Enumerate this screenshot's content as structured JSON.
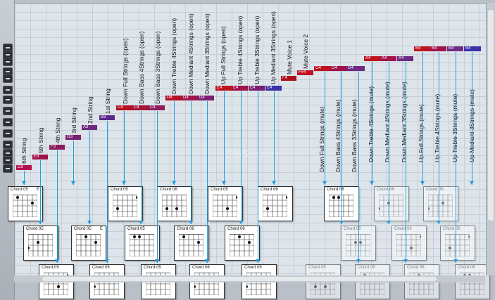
{
  "sidebar": {
    "buttons": [
      "b1",
      "b2",
      "b3",
      "b4",
      "b5",
      "b6",
      "b7",
      "b8",
      "b9",
      "b10",
      "b11",
      "b12",
      "b13",
      "b14"
    ]
  },
  "watermark": "SoftSea.com",
  "colors": {
    "red": "#c3121b",
    "purple": "#5a2a8c",
    "wire": "#1f9ee0"
  },
  "events": [
    {
      "label": "D3",
      "color": "#b40f4b"
    },
    {
      "label": "E3",
      "color": "#a0124a"
    },
    {
      "label": "F3",
      "color": "#8a1a5d"
    },
    {
      "label": "G3",
      "color": "#7a2070"
    },
    {
      "label": "A3",
      "color": "#6e2a82"
    },
    {
      "label": "B3",
      "color": "#5a2a8c"
    },
    {
      "label": "C4",
      "color": "#b40f22"
    },
    {
      "label": "C4",
      "color": "#a5153a"
    },
    {
      "label": "C4",
      "color": "#8c1d5a"
    },
    {
      "label": "D4",
      "color": "#b40f22"
    },
    {
      "label": "D4",
      "color": "#9c1650"
    },
    {
      "label": "D4",
      "color": "#7a2070"
    },
    {
      "label": "E4",
      "color": "#c0121e"
    },
    {
      "label": "E4",
      "color": "#a0124a"
    },
    {
      "label": "E4",
      "color": "#7a2070"
    },
    {
      "label": "E4",
      "color": "#3a2fa8"
    },
    {
      "label": "F4",
      "color": "#b00d1a"
    },
    {
      "label": "F#4",
      "color": "#c0121e"
    },
    {
      "label": "G4",
      "color": "#c0121e"
    },
    {
      "label": "G4",
      "color": "#a0124a"
    },
    {
      "label": "G4",
      "color": "#6e2a82"
    },
    {
      "label": "A4",
      "color": "#c0121e"
    },
    {
      "label": "A4",
      "color": "#a0124a"
    },
    {
      "label": "A4",
      "color": "#6e2a82"
    },
    {
      "label": "B4",
      "color": "#c0121e"
    },
    {
      "label": "B4",
      "color": "#a0124a"
    },
    {
      "label": "B4",
      "color": "#6e2a82"
    },
    {
      "label": "B4",
      "color": "#3a2fa8"
    }
  ],
  "lanes": [
    "6th String",
    "5th String",
    "4th String",
    "3rd String",
    "2nd String",
    "1st String",
    "Down Full Strings (open)",
    "Down Bass 4Strings (open)",
    "Down Bass 3Strings (open)",
    "Down Treble 4Strings (open)",
    "Down Mediant 4Strings (open)",
    "Down Mediant 3Strings (open)",
    "Up Full Strings (open)",
    "Up Treble 4Strings (open)",
    "Up Treble 3Strings (open)",
    "Up Mediant 3Strings (open)",
    "Mute Voice 1",
    "Mute Voice 2",
    "Down Full Strings (mute)",
    "Down Bass 4Strings (mute)",
    "Down Bass 3Strings (mute)",
    "Down Treble 4Strings (mute)",
    "Down Mediant 4Strings (mute)",
    "Down Mediant 3Strings (mute)",
    "Up Full Strings (mute)",
    "Up Treble 4Strings (mute)",
    "Up Treble 3Strings (mute)",
    "Up Mediant 3Strings (mute)"
  ],
  "chords": [
    {
      "name": "Chord 05",
      "ghost": false,
      "tag": "E"
    },
    {
      "name": "Chord 05",
      "ghost": false,
      "tag": ""
    },
    {
      "name": "Chord 05",
      "ghost": false,
      "tag": ""
    },
    {
      "name": "Chord 05",
      "ghost": false,
      "tag": "E"
    },
    {
      "name": "Chord 05",
      "ghost": false,
      "tag": ""
    },
    {
      "name": "Chord 05",
      "ghost": false,
      "tag": ""
    },
    {
      "name": "Chord 05",
      "ghost": false,
      "tag": ""
    },
    {
      "name": "Chord 05",
      "ghost": false,
      "tag": ""
    },
    {
      "name": "Chord 06",
      "ghost": false,
      "tag": ""
    },
    {
      "name": "Chord 06",
      "ghost": false,
      "tag": ""
    },
    {
      "name": "Chord 06",
      "ghost": false,
      "tag": ""
    },
    {
      "name": "Chord 05",
      "ghost": false,
      "tag": ""
    },
    {
      "name": "Chord 06",
      "ghost": false,
      "tag": ""
    },
    {
      "name": "Chord 05",
      "ghost": false,
      "tag": ""
    },
    {
      "name": "Chord 06",
      "ghost": false,
      "tag": ""
    },
    {
      "name": "Chord 06",
      "ghost": false,
      "tag": ""
    },
    {
      "name": "Chord 05",
      "ghost": true,
      "tag": ""
    },
    {
      "name": "Chord 05",
      "ghost": true,
      "tag": ""
    },
    {
      "name": "Chord 05",
      "ghost": true,
      "tag": ""
    },
    {
      "name": "Chord 06",
      "ghost": true,
      "tag": ""
    },
    {
      "name": "Chord 06",
      "ghost": true,
      "tag": ""
    },
    {
      "name": "Chord 06",
      "ghost": true,
      "tag": ""
    },
    {
      "name": "Chord 05",
      "ghost": true,
      "tag": ""
    },
    {
      "name": "Chord 06",
      "ghost": true,
      "tag": ""
    },
    {
      "name": "Chord 06",
      "ghost": true,
      "tag": ""
    }
  ]
}
